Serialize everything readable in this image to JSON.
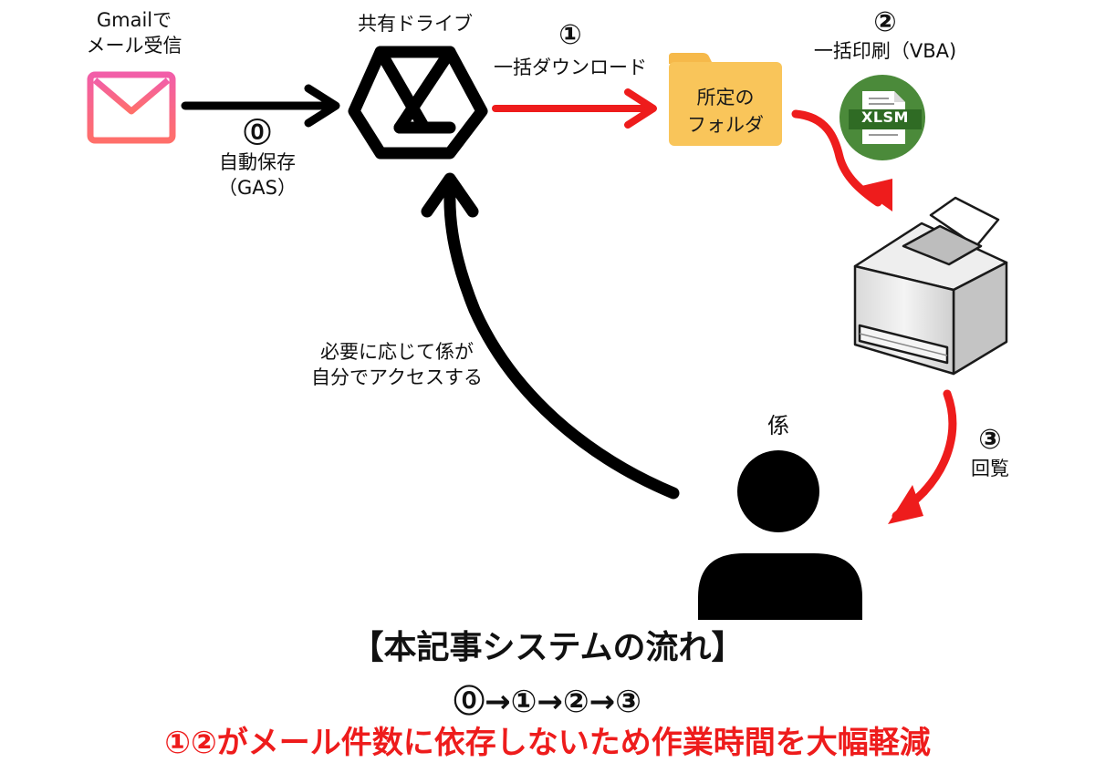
{
  "gmail": {
    "line1": "Gmailで",
    "line2": "メール受信"
  },
  "drive": {
    "label": "共有ドライブ"
  },
  "step0": {
    "num": "⓪",
    "line1": "自動保存",
    "line2": "（GAS）"
  },
  "step1": {
    "num": "①",
    "label": "一括ダウンロード"
  },
  "folder": {
    "line1": "所定の",
    "line2": "フォルダ"
  },
  "step2": {
    "num": "②",
    "label": "一括印刷（VBA)"
  },
  "xlsm": {
    "text": "XLSM"
  },
  "step3": {
    "num": "③",
    "label": "回覧"
  },
  "person": {
    "label": "係"
  },
  "access_note": {
    "line1": "必要に応じて係が",
    "line2": "自分でアクセスする"
  },
  "title": "【本記事システムの流れ】",
  "sequence": "⓪→①→②→③",
  "benefit": "①②がメール件数に依存しないため作業時間を大幅軽減",
  "colors": {
    "accent_red": "#ee1c1c",
    "mail_gradient_start": "#f05ba0",
    "mail_gradient_end": "#ff6b6b",
    "folder": "#f9c55a",
    "excel_green": "#4b8a3a",
    "black": "#000000"
  }
}
